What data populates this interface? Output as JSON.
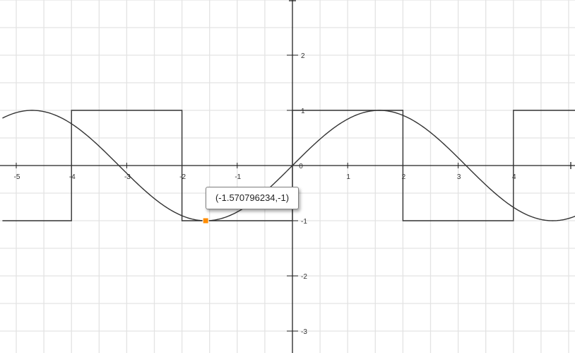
{
  "chart_data": {
    "type": "line",
    "title": "",
    "xlabel": "",
    "ylabel": "",
    "xlim": [
      -5.25,
      5.15
    ],
    "ylim": [
      -3.35,
      3.0
    ],
    "grid": true,
    "x_ticks": [
      -5,
      -4,
      -3,
      -2,
      -1,
      0,
      1,
      2,
      3,
      4
    ],
    "x_tick_labels": [
      "-5",
      "-4",
      "-3",
      "-2",
      "-1",
      "0",
      "1",
      "2",
      "3",
      "4"
    ],
    "y_ticks": [
      -3,
      -2,
      -1,
      1,
      2
    ],
    "y_tick_labels": [
      "-3",
      "-2",
      "-1",
      "1",
      "2"
    ],
    "series": [
      {
        "function": "sin(x)",
        "color": "#333333",
        "x": [
          -5.25,
          -5.0,
          -4.712389,
          -4.5,
          -4.0,
          -3.5,
          -3.141593,
          -3.0,
          -2.5,
          -2.0,
          -1.570796,
          -1.5,
          -1.0,
          -0.5,
          0.0,
          0.5,
          1.0,
          1.5,
          1.570796,
          2.0,
          2.5,
          3.0,
          3.141593,
          3.5,
          4.0,
          4.5,
          4.712389,
          5.0,
          5.15
        ],
        "y": [
          0.8589,
          0.9589,
          1.0,
          0.9775,
          0.7568,
          0.3508,
          0.0,
          -0.1411,
          -0.5985,
          -0.9093,
          -1.0,
          -0.9975,
          -0.8415,
          -0.4794,
          0.0,
          0.4794,
          0.8415,
          0.9975,
          1.0,
          0.9093,
          0.5985,
          0.1411,
          0.0,
          -0.3508,
          -0.7568,
          -0.9775,
          -1.0,
          -0.9589,
          -0.9008
        ]
      },
      {
        "function": "square wave",
        "color": "#333333",
        "x": [
          -5.25,
          -4.0,
          -4.0,
          -2.0,
          -2.0,
          0.0,
          0.0,
          2.0,
          2.0,
          4.0,
          4.0,
          5.15
        ],
        "y": [
          -1,
          -1,
          1,
          1,
          -1,
          -1,
          1,
          1,
          -1,
          -1,
          1,
          1
        ]
      }
    ],
    "highlighted_point": {
      "x": -1.570796234,
      "y": -1,
      "color": "#ff8c00"
    }
  },
  "tooltip": {
    "text": "(-1.570796234,-1)"
  }
}
